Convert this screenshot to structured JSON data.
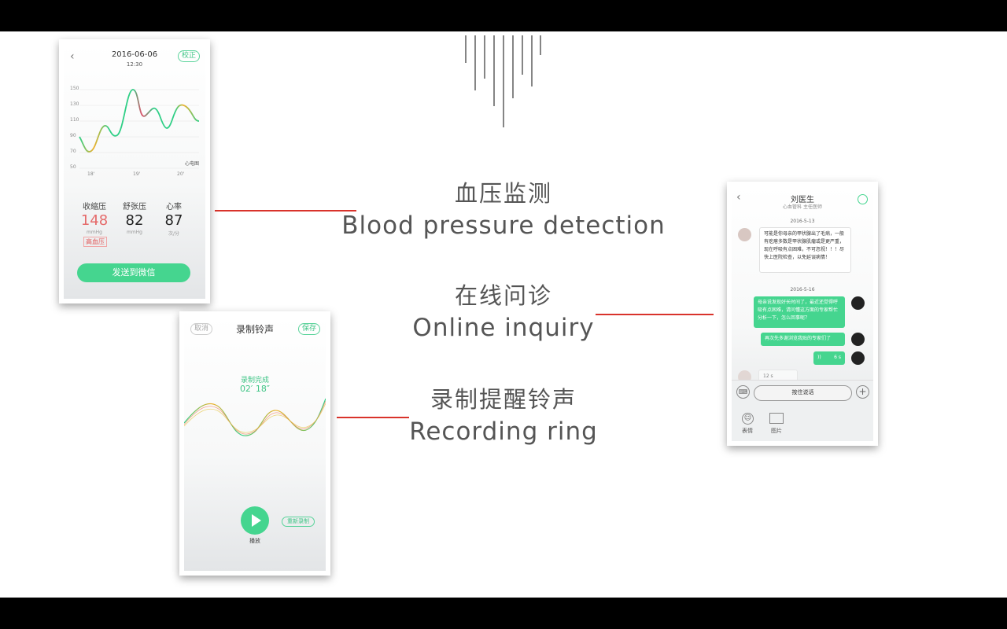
{
  "features": [
    {
      "cn": "血压监测",
      "en": "Blood pressure detection"
    },
    {
      "cn": "在线问诊",
      "en": "Online inquiry"
    },
    {
      "cn": "录制提醒铃声",
      "en": "Recording ring"
    }
  ],
  "bp_screen": {
    "back_icon": "chevron-left-icon",
    "date": "2016-06-06",
    "time": "12:30",
    "calibrate_label": "校正",
    "y_ticks": [
      "150",
      "130",
      "110",
      "90",
      "70",
      "50"
    ],
    "x_ticks": [
      "18'",
      "19'",
      "20'"
    ],
    "chart_label": "心电图",
    "vitals": [
      {
        "label": "收缩压",
        "value": "148",
        "unit": "mmHg",
        "color": "#e56a6a"
      },
      {
        "label": "舒张压",
        "value": "82",
        "unit": "mmHg",
        "color": "#222222"
      },
      {
        "label": "心率",
        "value": "87",
        "unit": "次/分",
        "color": "#222222"
      }
    ],
    "high_bp_badge": "高血压",
    "send_button": "发送到微信",
    "accent_color": "#45d58f"
  },
  "record_screen": {
    "cancel_label": "取消",
    "title": "录制铃声",
    "save_label": "保存",
    "status": "录制完成",
    "duration": "02′ 18″",
    "play_label": "播放",
    "rerecord_label": "重新录制"
  },
  "chat_screen": {
    "doctor_name": "刘医生",
    "doctor_title": "心血管科  主任医师",
    "date1": "2016-5-13",
    "msg_doctor": "可能是你母亲的甲状腺出了毛病，一般有疙瘩多数是甲状腺肌瘤或是更严重，现在呼吸有点困难，不可忽视！！！尽快上医院检查，以免延误病情！",
    "date2": "2016-5-16",
    "msg_patient1": "母亲说发现好长时间了，最近还觉得呼吸有点困难，请问懂这方面的专家帮忙分析一下，怎么回事呢？",
    "msg_patient2": "再次先多谢浏览我贴的专家们了",
    "voice_out": "6 s",
    "voice_in": "12 s",
    "hold_to_talk": "按住说话",
    "emoji_label": "表情",
    "image_label": "图片"
  }
}
